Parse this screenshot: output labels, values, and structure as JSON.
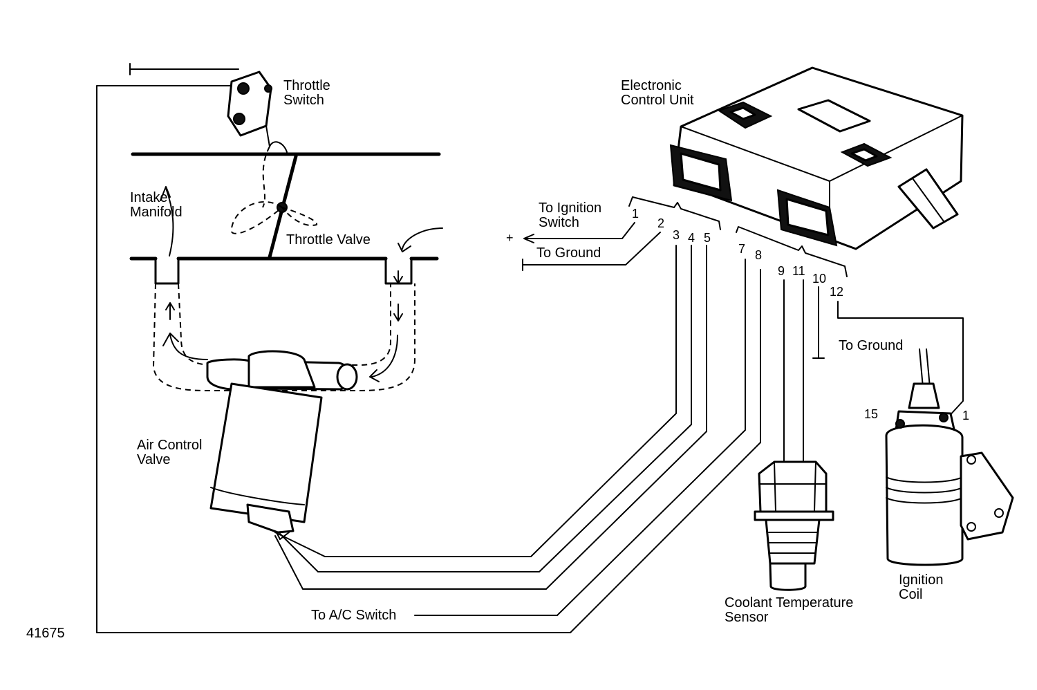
{
  "labels": {
    "throttle_switch": [
      "Throttle",
      "Switch"
    ],
    "electronic_control_unit": [
      "Electronic",
      "Control Unit"
    ],
    "intake_manifold": [
      "Intake",
      "Manifold"
    ],
    "throttle_valve": "Throttle Valve",
    "to_ignition_switch": [
      "To Ignition",
      "Switch"
    ],
    "to_ground_left": "To Ground",
    "to_ground_right": "To Ground",
    "air_control_valve": [
      "Air Control",
      "Valve"
    ],
    "to_ac_switch": "To A/C Switch",
    "coolant_temperature_sensor": [
      "Coolant Temperature",
      "Sensor"
    ],
    "ignition_coil": [
      "Ignition",
      "Coil"
    ],
    "figure_number": "41675",
    "plus_sign": "+"
  },
  "ecu_pins": [
    "1",
    "2",
    "3",
    "4",
    "5",
    "7",
    "8",
    "9",
    "11",
    "10",
    "12"
  ],
  "coil_terminals": [
    "15",
    "1"
  ]
}
